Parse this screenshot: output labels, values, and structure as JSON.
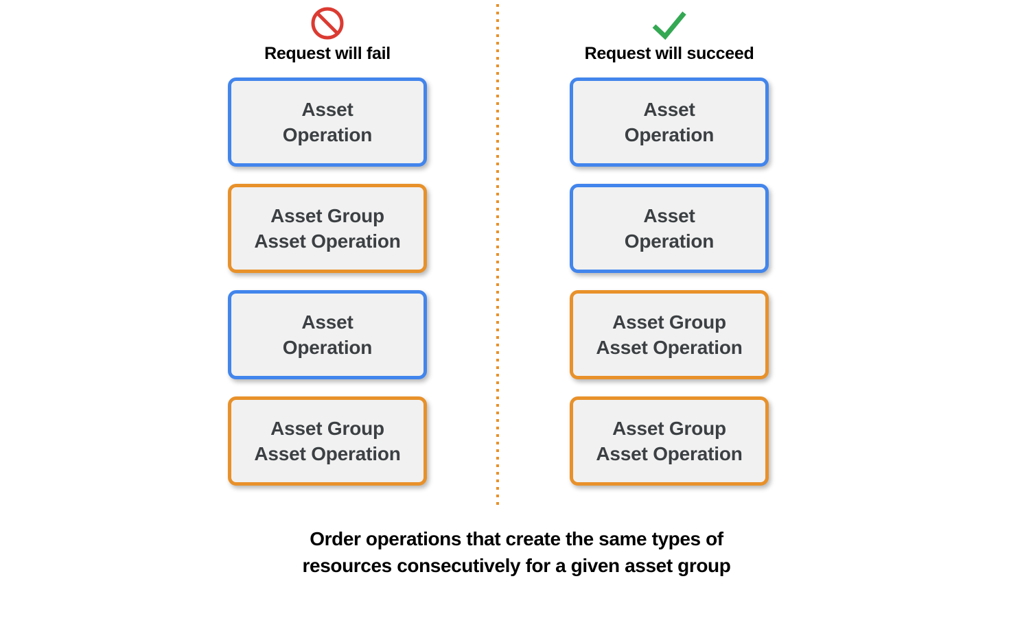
{
  "colors": {
    "blue": "#4285EC",
    "orange": "#E8912A",
    "box_fill": "#f1f1f1",
    "box_text": "#3C4043",
    "fail_icon": "#DB3B32",
    "success_icon": "#34A853",
    "divider": "#E8912A",
    "background": "#FFFFFF"
  },
  "columns": [
    {
      "id": "fail",
      "icon": "prohibited-icon",
      "header_label": "Request will fail",
      "boxes": [
        {
          "type": "asset",
          "color": "blue",
          "lines": [
            "Asset",
            "Operation"
          ]
        },
        {
          "type": "asset-group",
          "color": "orange",
          "lines": [
            "Asset Group",
            "Asset Operation"
          ]
        },
        {
          "type": "asset",
          "color": "blue",
          "lines": [
            "Asset",
            "Operation"
          ]
        },
        {
          "type": "asset-group",
          "color": "orange",
          "lines": [
            "Asset Group",
            "Asset Operation"
          ]
        }
      ]
    },
    {
      "id": "succeed",
      "icon": "checkmark-icon",
      "header_label": "Request will succeed",
      "boxes": [
        {
          "type": "asset",
          "color": "blue",
          "lines": [
            "Asset",
            "Operation"
          ]
        },
        {
          "type": "asset",
          "color": "blue",
          "lines": [
            "Asset",
            "Operation"
          ]
        },
        {
          "type": "asset-group",
          "color": "orange",
          "lines": [
            "Asset Group",
            "Asset Operation"
          ]
        },
        {
          "type": "asset-group",
          "color": "orange",
          "lines": [
            "Asset Group",
            "Asset Operation"
          ]
        }
      ]
    }
  ],
  "caption": {
    "line1": "Order operations that create the same types of",
    "line2": "resources consecutively for a given asset group"
  }
}
